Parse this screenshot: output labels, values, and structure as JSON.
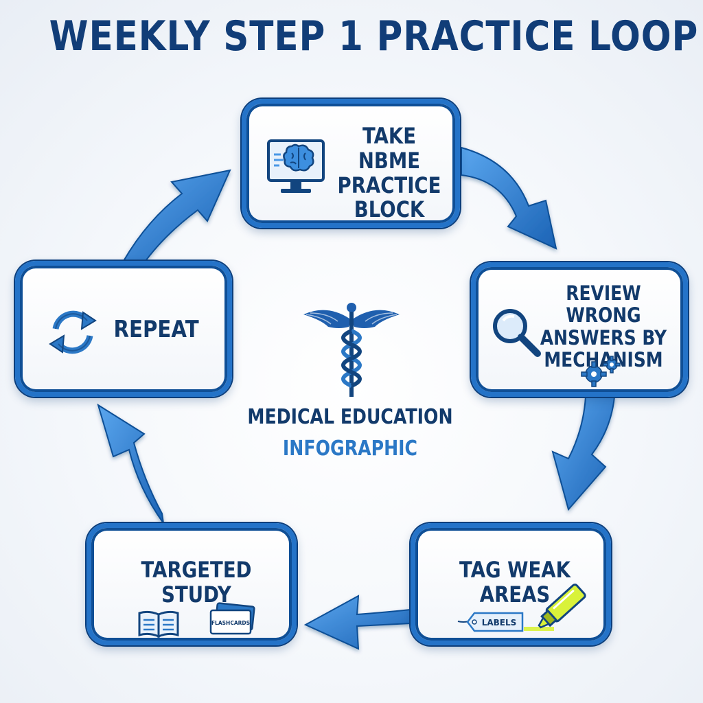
{
  "title": "WEEKLY STEP 1 PRACTICE LOOP",
  "center": {
    "title": "MEDICAL EDUCATION",
    "subtitle": "INFOGRAPHIC"
  },
  "steps": [
    {
      "label": "TAKE NBME\nPRACTICE\nBLOCK",
      "icon": "computer-brain-icon"
    },
    {
      "label": "REVIEW WRONG\nANSWERS BY\nMECHANISM",
      "icon": "magnifier-gears-icon"
    },
    {
      "label": "TAG WEAK\nAREAS",
      "icon": "label-highlighter-icon",
      "tag_label": "LABELS"
    },
    {
      "label": "TARGETED\nSTUDY",
      "icon": "book-flashcards-icon",
      "card_label": "FLASHCARDS"
    },
    {
      "label": "REPEAT",
      "icon": "refresh-icon"
    }
  ],
  "colors": {
    "primary": "#113d78",
    "accent": "#2473c8",
    "arrow_light": "#4a98e6",
    "arrow_dark": "#1657a8",
    "highlighter": "#d9f23a"
  }
}
